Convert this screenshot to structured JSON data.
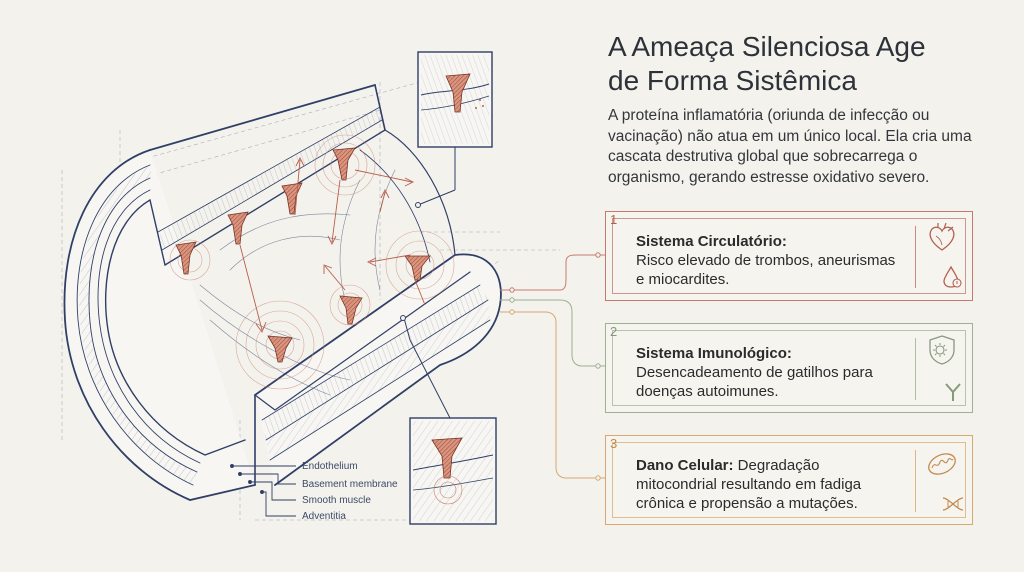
{
  "title": {
    "line1": "A Ameaça Silenciosa Age",
    "line2": "de Forma Sistêmica"
  },
  "intro": {
    "line1": "A proteína inflamatória (oriunda de infecção ou",
    "line2": "vacinação) não atua em um único local. Ela cria uma",
    "line3": "cascata destrutiva global que sobrecarrega o",
    "line4": "organismo, gerando estresse oxidativo severo."
  },
  "cards": [
    {
      "number": "1",
      "heading": "Sistema Circulatório:",
      "line1": "Risco elevado de trombos, aneurismas",
      "line2": "e miocardites.",
      "icons": [
        "heart-icon",
        "blood-drop-icon"
      ],
      "color": "#c67a6e"
    },
    {
      "number": "2",
      "heading": "Sistema Imunológico:",
      "line1": "Desencadeamento de gatilhos para",
      "line2": "doenças autoimunes.",
      "icons": [
        "shield-virus-icon",
        "antibody-icon"
      ],
      "color": "#9daf94"
    },
    {
      "number": "3",
      "heading": "Dano Celular:",
      "line0_rest": " Degradação",
      "line1": "mitocondrial resultando em fadiga",
      "line2": "crônica e propensão a mutações.",
      "icons": [
        "mitochondria-icon",
        "dna-icon"
      ],
      "color": "#d8a772"
    }
  ],
  "layers": [
    "Endothelium",
    "Basement membrane",
    "Smooth muscle",
    "Adventitia"
  ],
  "colors": {
    "line_art": "#2f3f66",
    "accent": "#b85e4a",
    "background": "#f4f2ed"
  }
}
